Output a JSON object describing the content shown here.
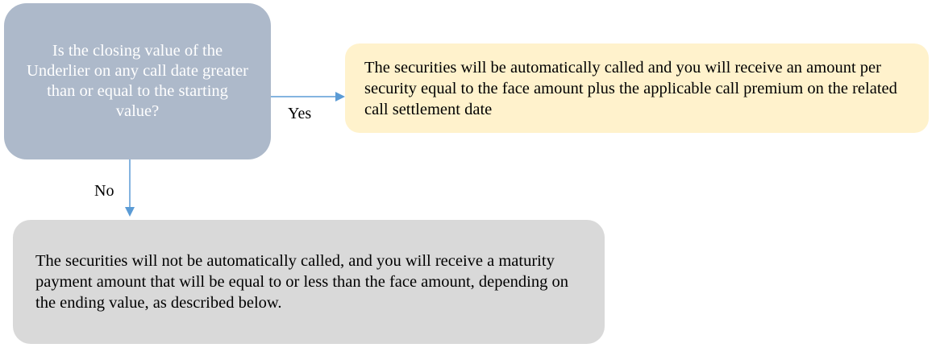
{
  "diagram": {
    "question": "Is the closing value of the Underlier on any call date greater than or equal to the starting value?",
    "yes_outcome": "The securities will be automatically called and you will receive an amount per security equal to the face amount plus the applicable call premium on the related call settlement date",
    "no_outcome": "The securities will not be automatically called, and you will receive a maturity payment amount that will be equal to or less than the face amount, depending on the ending value, as described below.",
    "yes_label": "Yes",
    "no_label": "No"
  },
  "colors": {
    "question_fill": "#adb9ca",
    "yes_fill": "#fff2cc",
    "no_fill": "#d9d9d9",
    "connector": "#5b9bd5"
  }
}
